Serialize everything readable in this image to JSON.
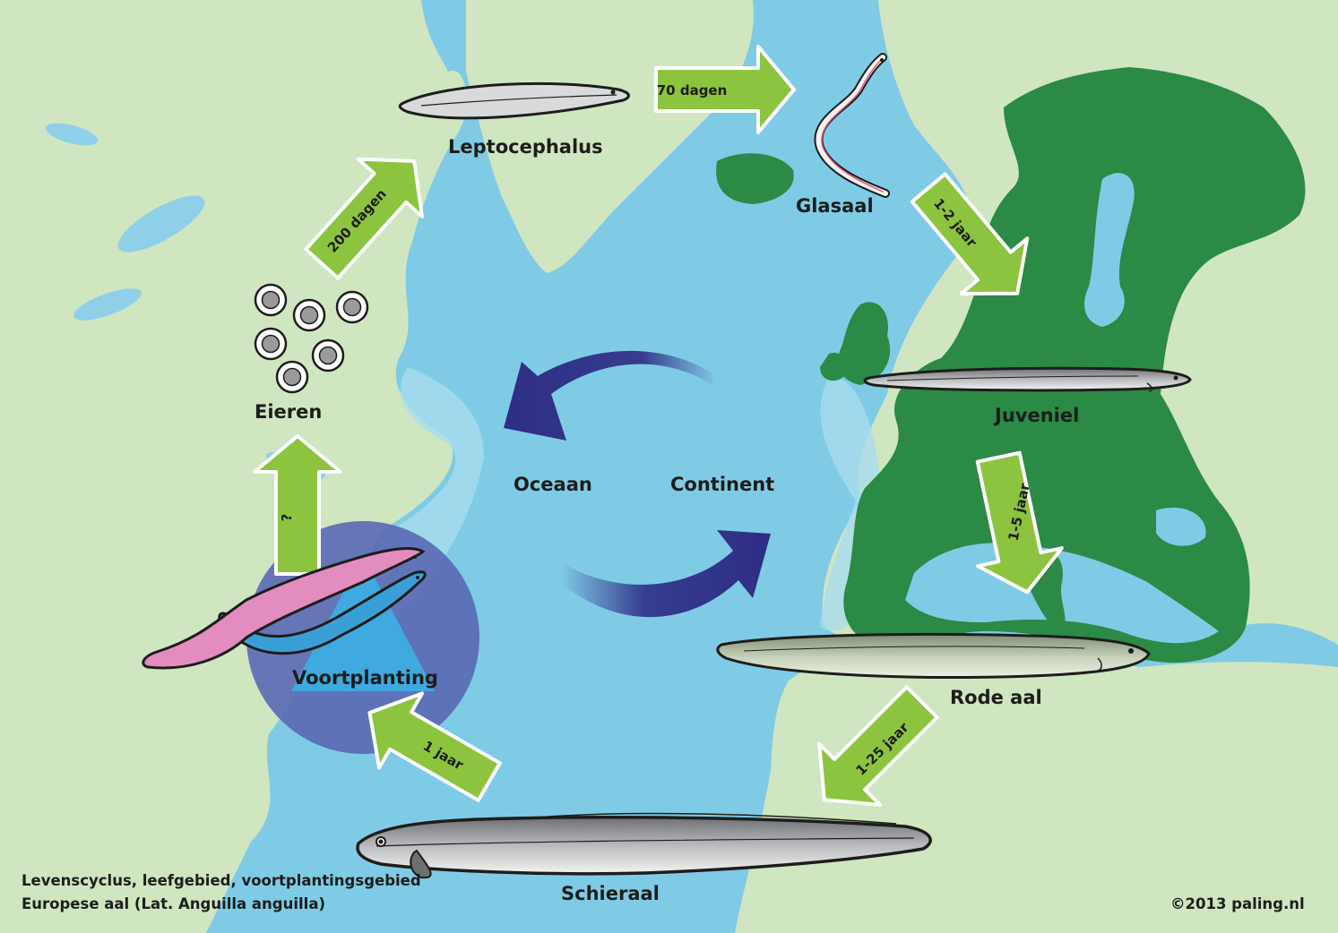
{
  "stages": {
    "leptocephalus": "Leptocephalus",
    "glasaal": "Glasaal",
    "juveniel": "Juveniel",
    "rode_aal": "Rode aal",
    "schieraal": "Schieraal",
    "voortplanting": "Voortplanting",
    "eieren": "Eieren"
  },
  "arrows": {
    "a70": "70 dagen",
    "a12": "1-2 jaar",
    "a15": "1-5 jaar",
    "a125": "1-25 jaar",
    "a1": "1 jaar",
    "aq": "?",
    "a200": "200 dagen"
  },
  "cycle": {
    "ocean": "Oceaan",
    "continent": "Continent"
  },
  "footer": {
    "line1": "Levenscyclus, leefgebied, voortplantingsgebied",
    "line2": "Europese aal (Lat. Anguilla anguilla)",
    "copyright": "©2013 paling.nl"
  },
  "colors": {
    "ocean": "#7fcbe6",
    "land": "#cfe6c1",
    "habitat": "#2b8a45",
    "arrow": "#8cc43f",
    "cycle_arrow": "#2e2d85",
    "spawn_circle": "#5a68b4",
    "spawn_triangle": "#3fa9e0",
    "pink_eel": "#e38cbf",
    "blue_eel": "#3a9fd6"
  }
}
